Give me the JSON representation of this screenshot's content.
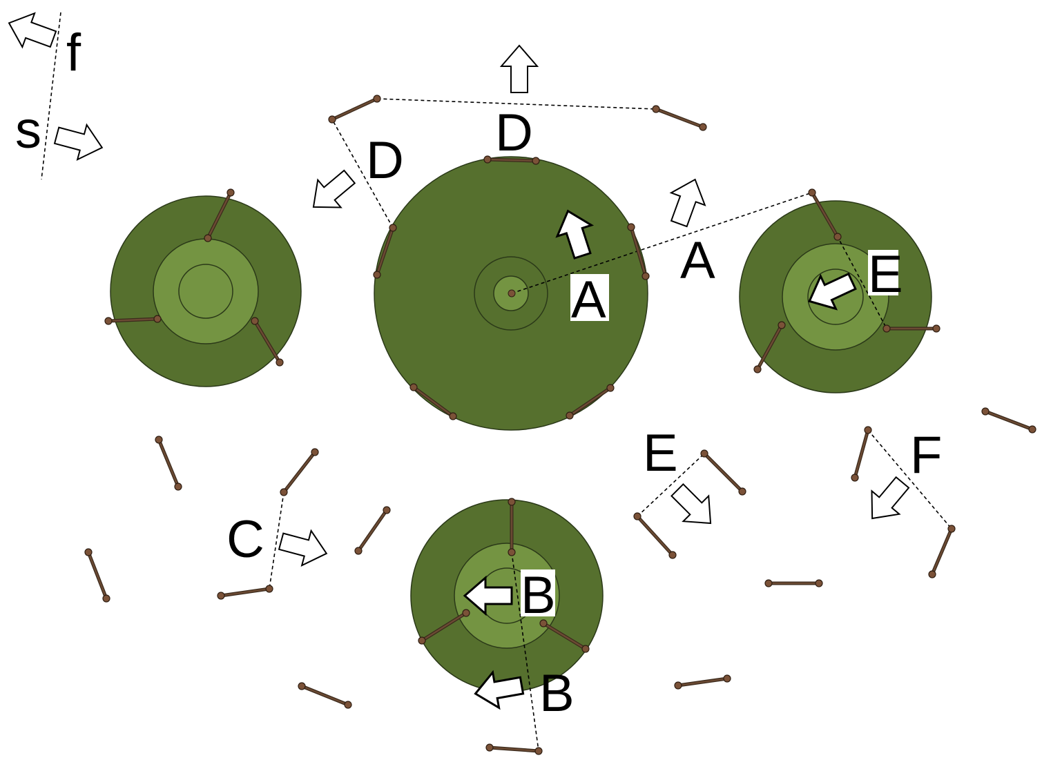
{
  "labels": {
    "f": "f",
    "s": "s",
    "D_top": "D",
    "D_left": "D",
    "A_center": "A",
    "A_right": "A",
    "E_right": "E",
    "E_lower": "E",
    "F": "F",
    "C": "C",
    "B_inner": "B",
    "B_lower": "B"
  },
  "colors": {
    "dark_green": "#56702e",
    "light_green": "#749442",
    "rod": "#6b4a33",
    "joint": "#7b5238",
    "dashed": "#000000",
    "arrow_fill_white": "#ffffff",
    "arrow_stroke": "#000000"
  }
}
